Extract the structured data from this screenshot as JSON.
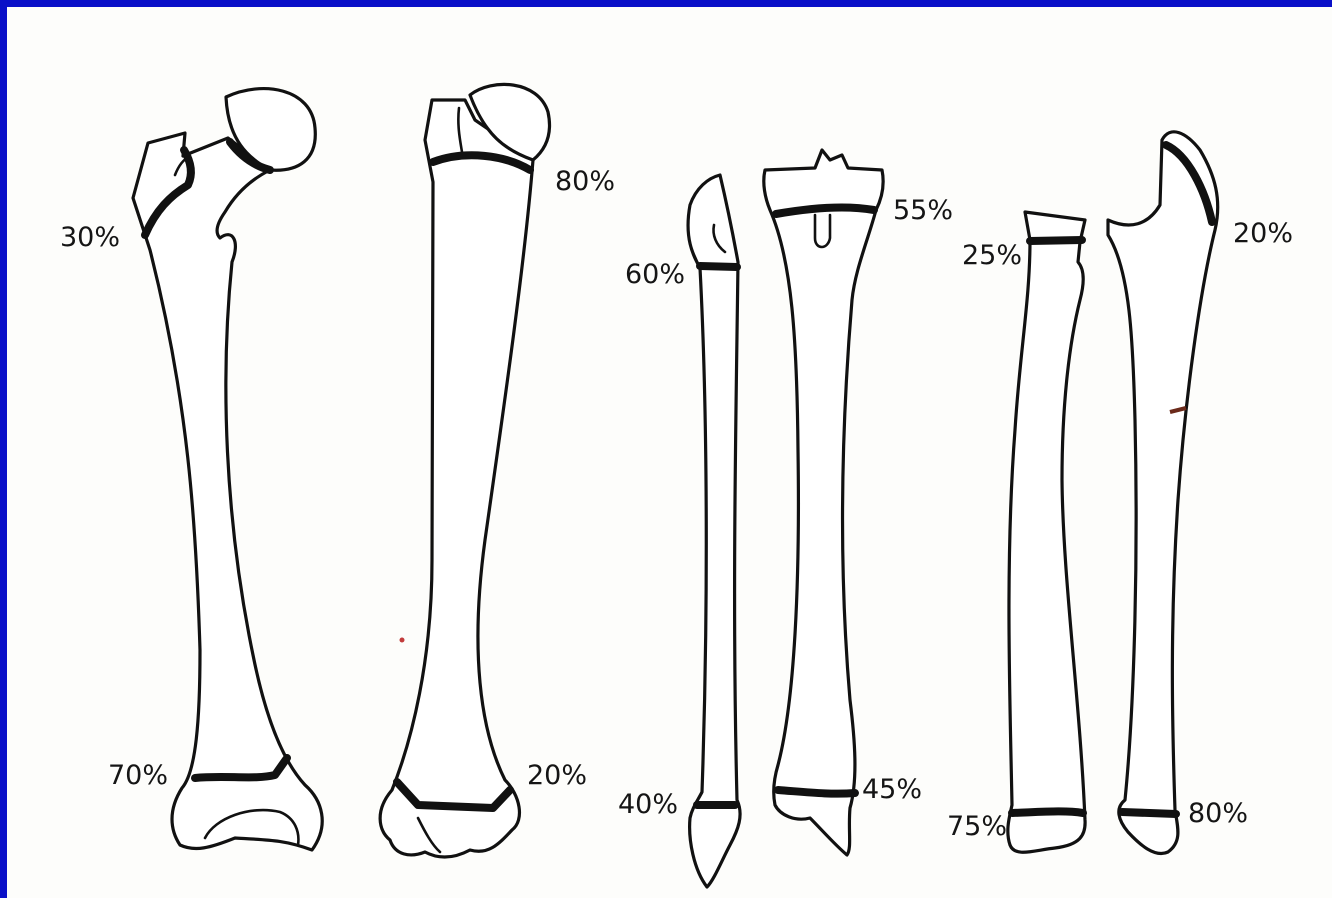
{
  "colors": {
    "border": "#0a10c8",
    "paper": "#fdfdfb",
    "ink": "#111111"
  },
  "labels": {
    "femur_left_top": "30%",
    "femur_left_bottom": "70%",
    "femur_right_top": "80%",
    "femur_right_bottom": "20%",
    "fibula_top": "60%",
    "fibula_bottom": "40%",
    "tibia_top": "55%",
    "tibia_bottom": "45%",
    "radius_top": "25%",
    "radius_bottom": "75%",
    "ulna_top": "20%",
    "ulna_bottom": "80%"
  }
}
